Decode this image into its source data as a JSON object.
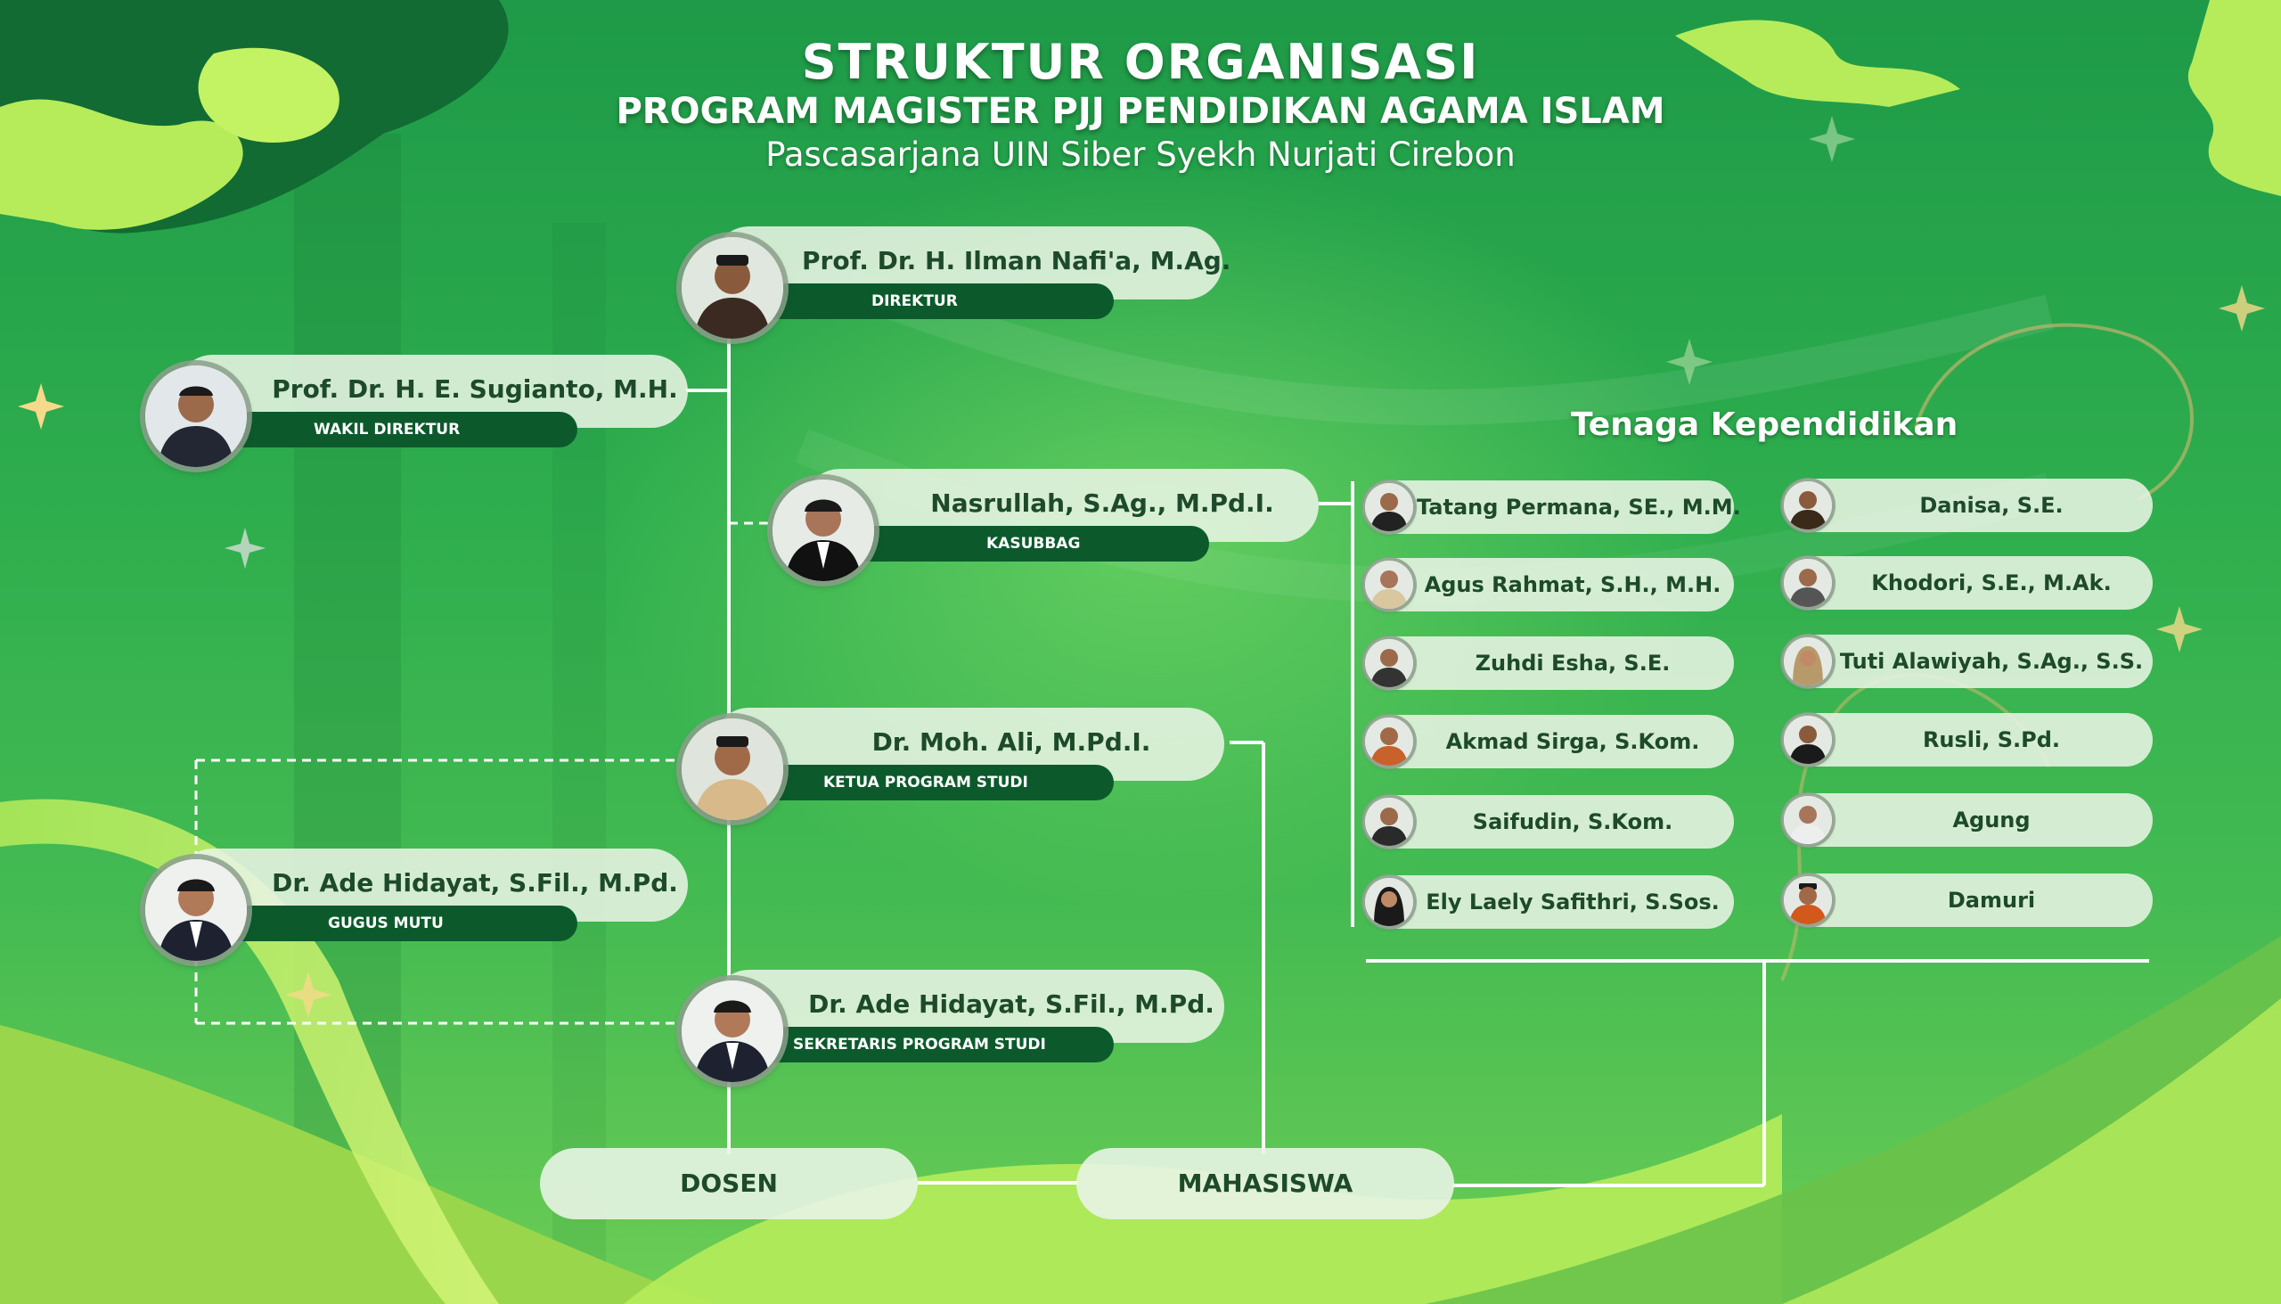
{
  "title": {
    "line1": "STRUKTUR ORGANISASI",
    "line2": "PROGRAM MAGISTER PJJ PENDIDIKAN AGAMA ISLAM",
    "line3": "Pascasarjana UIN Siber Syekh Nurjati Cirebon"
  },
  "colors": {
    "background": "#2fae4e",
    "role_bar": "#0c5a2c",
    "card": "#e8f4e4",
    "text": "#1d4a2a",
    "line": "#ffffff"
  },
  "officials": {
    "direktur": {
      "name": "Prof. Dr. H. Ilman Nafi'a, M.Ag.",
      "role": "DIREKTUR"
    },
    "wakil_direktur": {
      "name": "Prof. Dr. H. E. Sugianto, M.H.",
      "role": "WAKIL DIREKTUR"
    },
    "kasubbag": {
      "name": "Nasrullah, S.Ag., M.Pd.I.",
      "role": "KASUBBAG"
    },
    "ketua_prodi": {
      "name": "Dr. Moh. Ali, M.Pd.I.",
      "role": "KETUA PROGRAM STUDI"
    },
    "gugus_mutu": {
      "name": "Dr. Ade Hidayat, S.Fil., M.Pd.",
      "role": "GUGUS MUTU"
    },
    "sekretaris_prodi": {
      "name": "Dr. Ade Hidayat, S.Fil., M.Pd.",
      "role": "SEKRETARIS PROGRAM STUDI"
    }
  },
  "tenaga": {
    "heading": "Tenaga Kependidikan",
    "left": [
      "Tatang Permana, SE., M.M.",
      "Agus Rahmat, S.H., M.H.",
      "Zuhdi Esha, S.E.",
      "Akmad Sirga, S.Kom.",
      "Saifudin, S.Kom.",
      "Ely Laely Safithri, S.Sos."
    ],
    "right": [
      "Danisa, S.E.",
      "Khodori, S.E., M.Ak.",
      "Tuti Alawiyah, S.Ag., S.S.",
      "Rusli, S.Pd.",
      "Agung",
      "Damuri"
    ]
  },
  "bottom": {
    "dosen": "DOSEN",
    "mahasiswa": "MAHASISWA"
  }
}
